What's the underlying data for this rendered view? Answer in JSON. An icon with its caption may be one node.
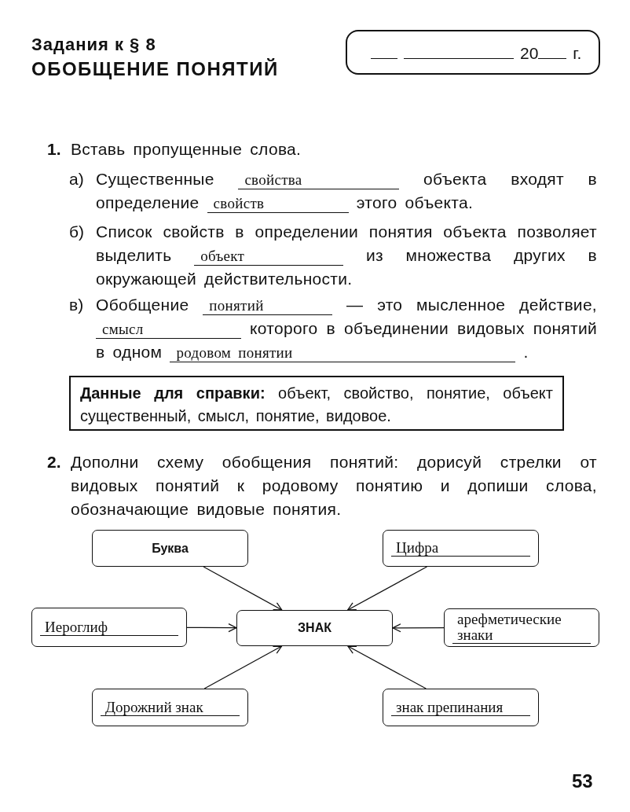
{
  "diagram": {
    "nodes": [
      {
        "text": [
          "20",
          "г."
        ]
      },
      {
        "text": [
          "**Данные для справки:** объект, свойство, понятие, объект существенный, смысл, понятие, видовое."
        ]
      },
      {
        "text": [
          "Буква"
        ]
      },
      {
        "text": [
          "Цифра"
        ]
      },
      {
        "text": [
          "Иероглиф"
        ]
      },
      {
        "text": [
          "ЗНАК"
        ]
      },
      {
        "text": [
          "арефметические знаки"
        ]
      },
      {
        "text": [
          "Дорожний знак"
        ]
      },
      {
        "text": [
          "знак препинания"
        ]
      }
    ],
    "edges": [
      {
        "from": 2,
        "to": 5,
        "arrow": "to"
      },
      {
        "from": 3,
        "to": 5,
        "arrow": "to"
      },
      {
        "from": 4,
        "to": 5,
        "arrow": "to"
      },
      {
        "from": 6,
        "to": 5,
        "arrow": "to"
      },
      {
        "from": 7,
        "to": 5,
        "arrow": "to"
      },
      {
        "from": 8,
        "to": 5,
        "arrow": "to"
      }
    ],
    "labels": [
      "Задания к § 8",
      "ОБОБЩЕНИЕ ПОНЯТИЙ",
      "1.",
      "Вставь пропущенные слова.",
      "а)",
      "Существенные",
      "свойства",
      "объекта входят в определение",
      "свойств",
      "этого объекта.",
      "б)",
      "Список свойств в определении понятия объекта позволяет выделить",
      "объект",
      "из множества других в окружающей действительности.",
      "в)",
      "Обобщение",
      "понятий",
      "— это мысленное действие,",
      "смысл",
      "которого в объединении видовых понятий в одном",
      "родовом понятии",
      ".",
      "2.",
      "Дополни схему обобщения понятий: дорисуй стрелки от видовых понятий к родовому понятию и допиши слова, обозначающие видовые понятия.",
      "53"
    ]
  }
}
